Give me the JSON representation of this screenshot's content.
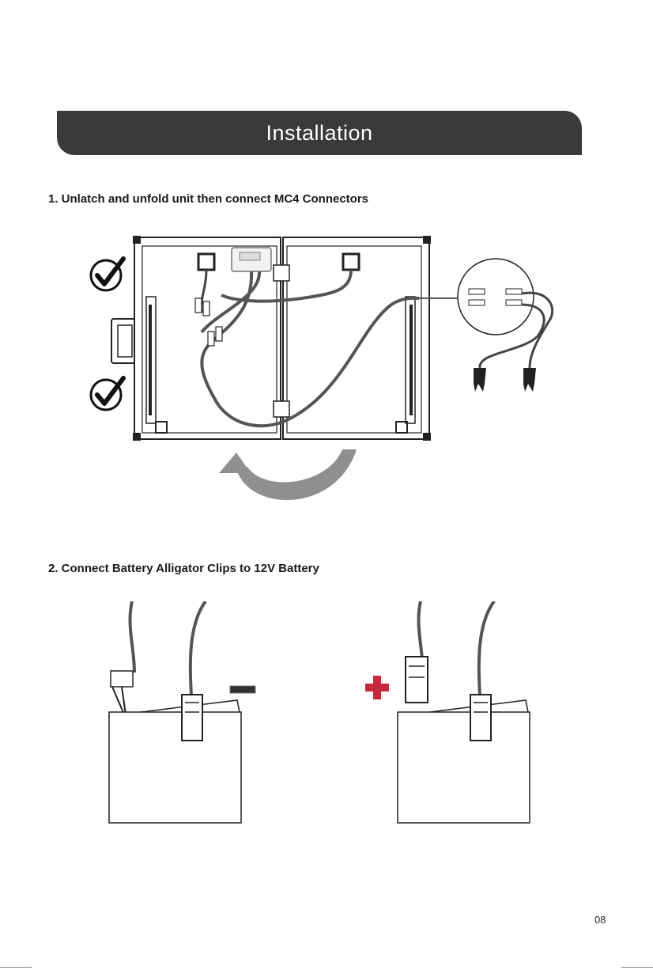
{
  "header": {
    "title": "Installation"
  },
  "steps": [
    {
      "label": "1. Unlatch and unfold unit then connect MC4 Connectors"
    },
    {
      "label": "2. Connect Battery Alligator Clips to 12V Battery"
    }
  ],
  "footer": {
    "page_number": "08"
  },
  "colors": {
    "banner": "#3a3a3a",
    "arrow": "#8f8f8f",
    "positive": "#c8283c",
    "negative": "#2f2f2f",
    "check": "#111111"
  },
  "icons": [
    "check-icon",
    "check-icon",
    "fold-arrow-icon",
    "minus-icon",
    "plus-icon"
  ]
}
